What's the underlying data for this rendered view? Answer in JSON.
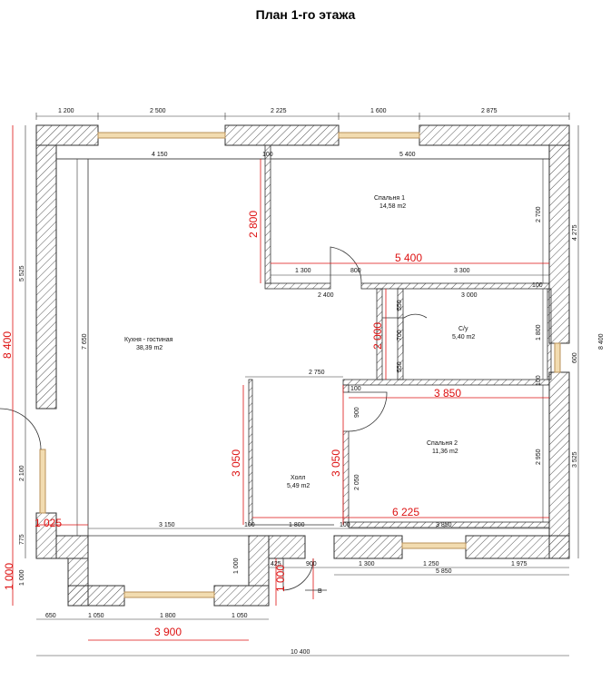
{
  "title": "План 1-го этажа",
  "rooms": {
    "bedroom1": {
      "name": "Спальня 1",
      "area": "14,58 m2"
    },
    "kitchen": {
      "name": "Кухня - гостиная",
      "area": "38,39 m2"
    },
    "wc": {
      "name": "С/у",
      "area": "5,40 m2"
    },
    "bedroom2": {
      "name": "Спальня 2",
      "area": "11,36 m2"
    },
    "hall": {
      "name": "Холл",
      "area": "5,49 m2"
    }
  },
  "dims": {
    "top": [
      "1 200",
      "2 500",
      "2 225",
      "1 600",
      "2 875"
    ],
    "inner_top": [
      "4 150",
      "100",
      "5 400"
    ],
    "mid": [
      "1 300",
      "800",
      "3 300",
      "2 400",
      "3 000",
      "2 750",
      "100",
      "100"
    ],
    "bottom_inner": [
      "3 150",
      "100",
      "1 800",
      "100",
      "3 850",
      "425",
      "900",
      "1 300",
      "1 250",
      "1 975",
      "5 850"
    ],
    "bottom": [
      "650",
      "1 050",
      "1 800",
      "1 050",
      "10 400"
    ],
    "left": [
      "5 525",
      "7 650",
      "2 100",
      "775",
      "1 000"
    ],
    "right": [
      "4 275",
      "8 400",
      "3 525",
      "600",
      "2 700",
      "1 800",
      "2 950"
    ],
    "inner_v": [
      "550",
      "700",
      "550",
      "900",
      "2 050",
      "1 000",
      "100"
    ]
  },
  "red": {
    "d2800": "2 800",
    "d5400": "5 400",
    "d2000": "2 000",
    "d3850": "3 850",
    "d3050a": "3 050",
    "d3050b": "3 050",
    "d6225": "6 225",
    "d1025": "1 025",
    "d3900": "3 900",
    "d8400": "8 400",
    "d1000a": "1 000",
    "d1000b": "1 000"
  },
  "markers": {
    "entry": "B"
  },
  "colors": {
    "wall": "#555555",
    "window": "#e8c98a",
    "dimension_red": "#dd1111"
  }
}
